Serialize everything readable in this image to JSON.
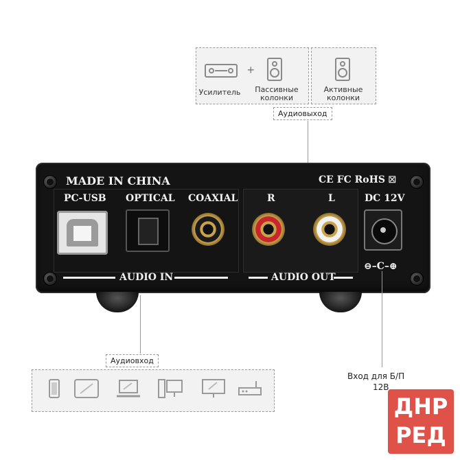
{
  "output_section": {
    "amplifier_label": "Усилитель",
    "passive_label_1": "Пассивные",
    "passive_label_2": "колонки",
    "active_label_1": "Активные",
    "active_label_2": "колонки",
    "tag": "Аудиовыход"
  },
  "input_section": {
    "tag": "Аудиовход",
    "devices": [
      "phone-icon",
      "tablet-icon",
      "laptop-icon",
      "desktop-pc-icon",
      "monitor-icon",
      "router-icon"
    ]
  },
  "power_section": {
    "label_1": "Вход для Б/П",
    "label_2": "12В"
  },
  "device_panel": {
    "made_in": "MADE IN CHINA",
    "certs": "CE FC RoHS",
    "pc_usb": "PC-USB",
    "optical": "OPTICAL",
    "coaxial": "COAXIAL",
    "right": "R",
    "left": "L",
    "dc": "DC 12V",
    "audio_in": "AUDIO IN",
    "audio_out": "AUDIO OUT"
  },
  "watermark": {
    "line1": "ДНР",
    "line2": "РЕД",
    "color": "#d9342b"
  },
  "colors": {
    "panel": "#141414",
    "rca_red": "#c8262a",
    "gold": "#c9a34c"
  }
}
